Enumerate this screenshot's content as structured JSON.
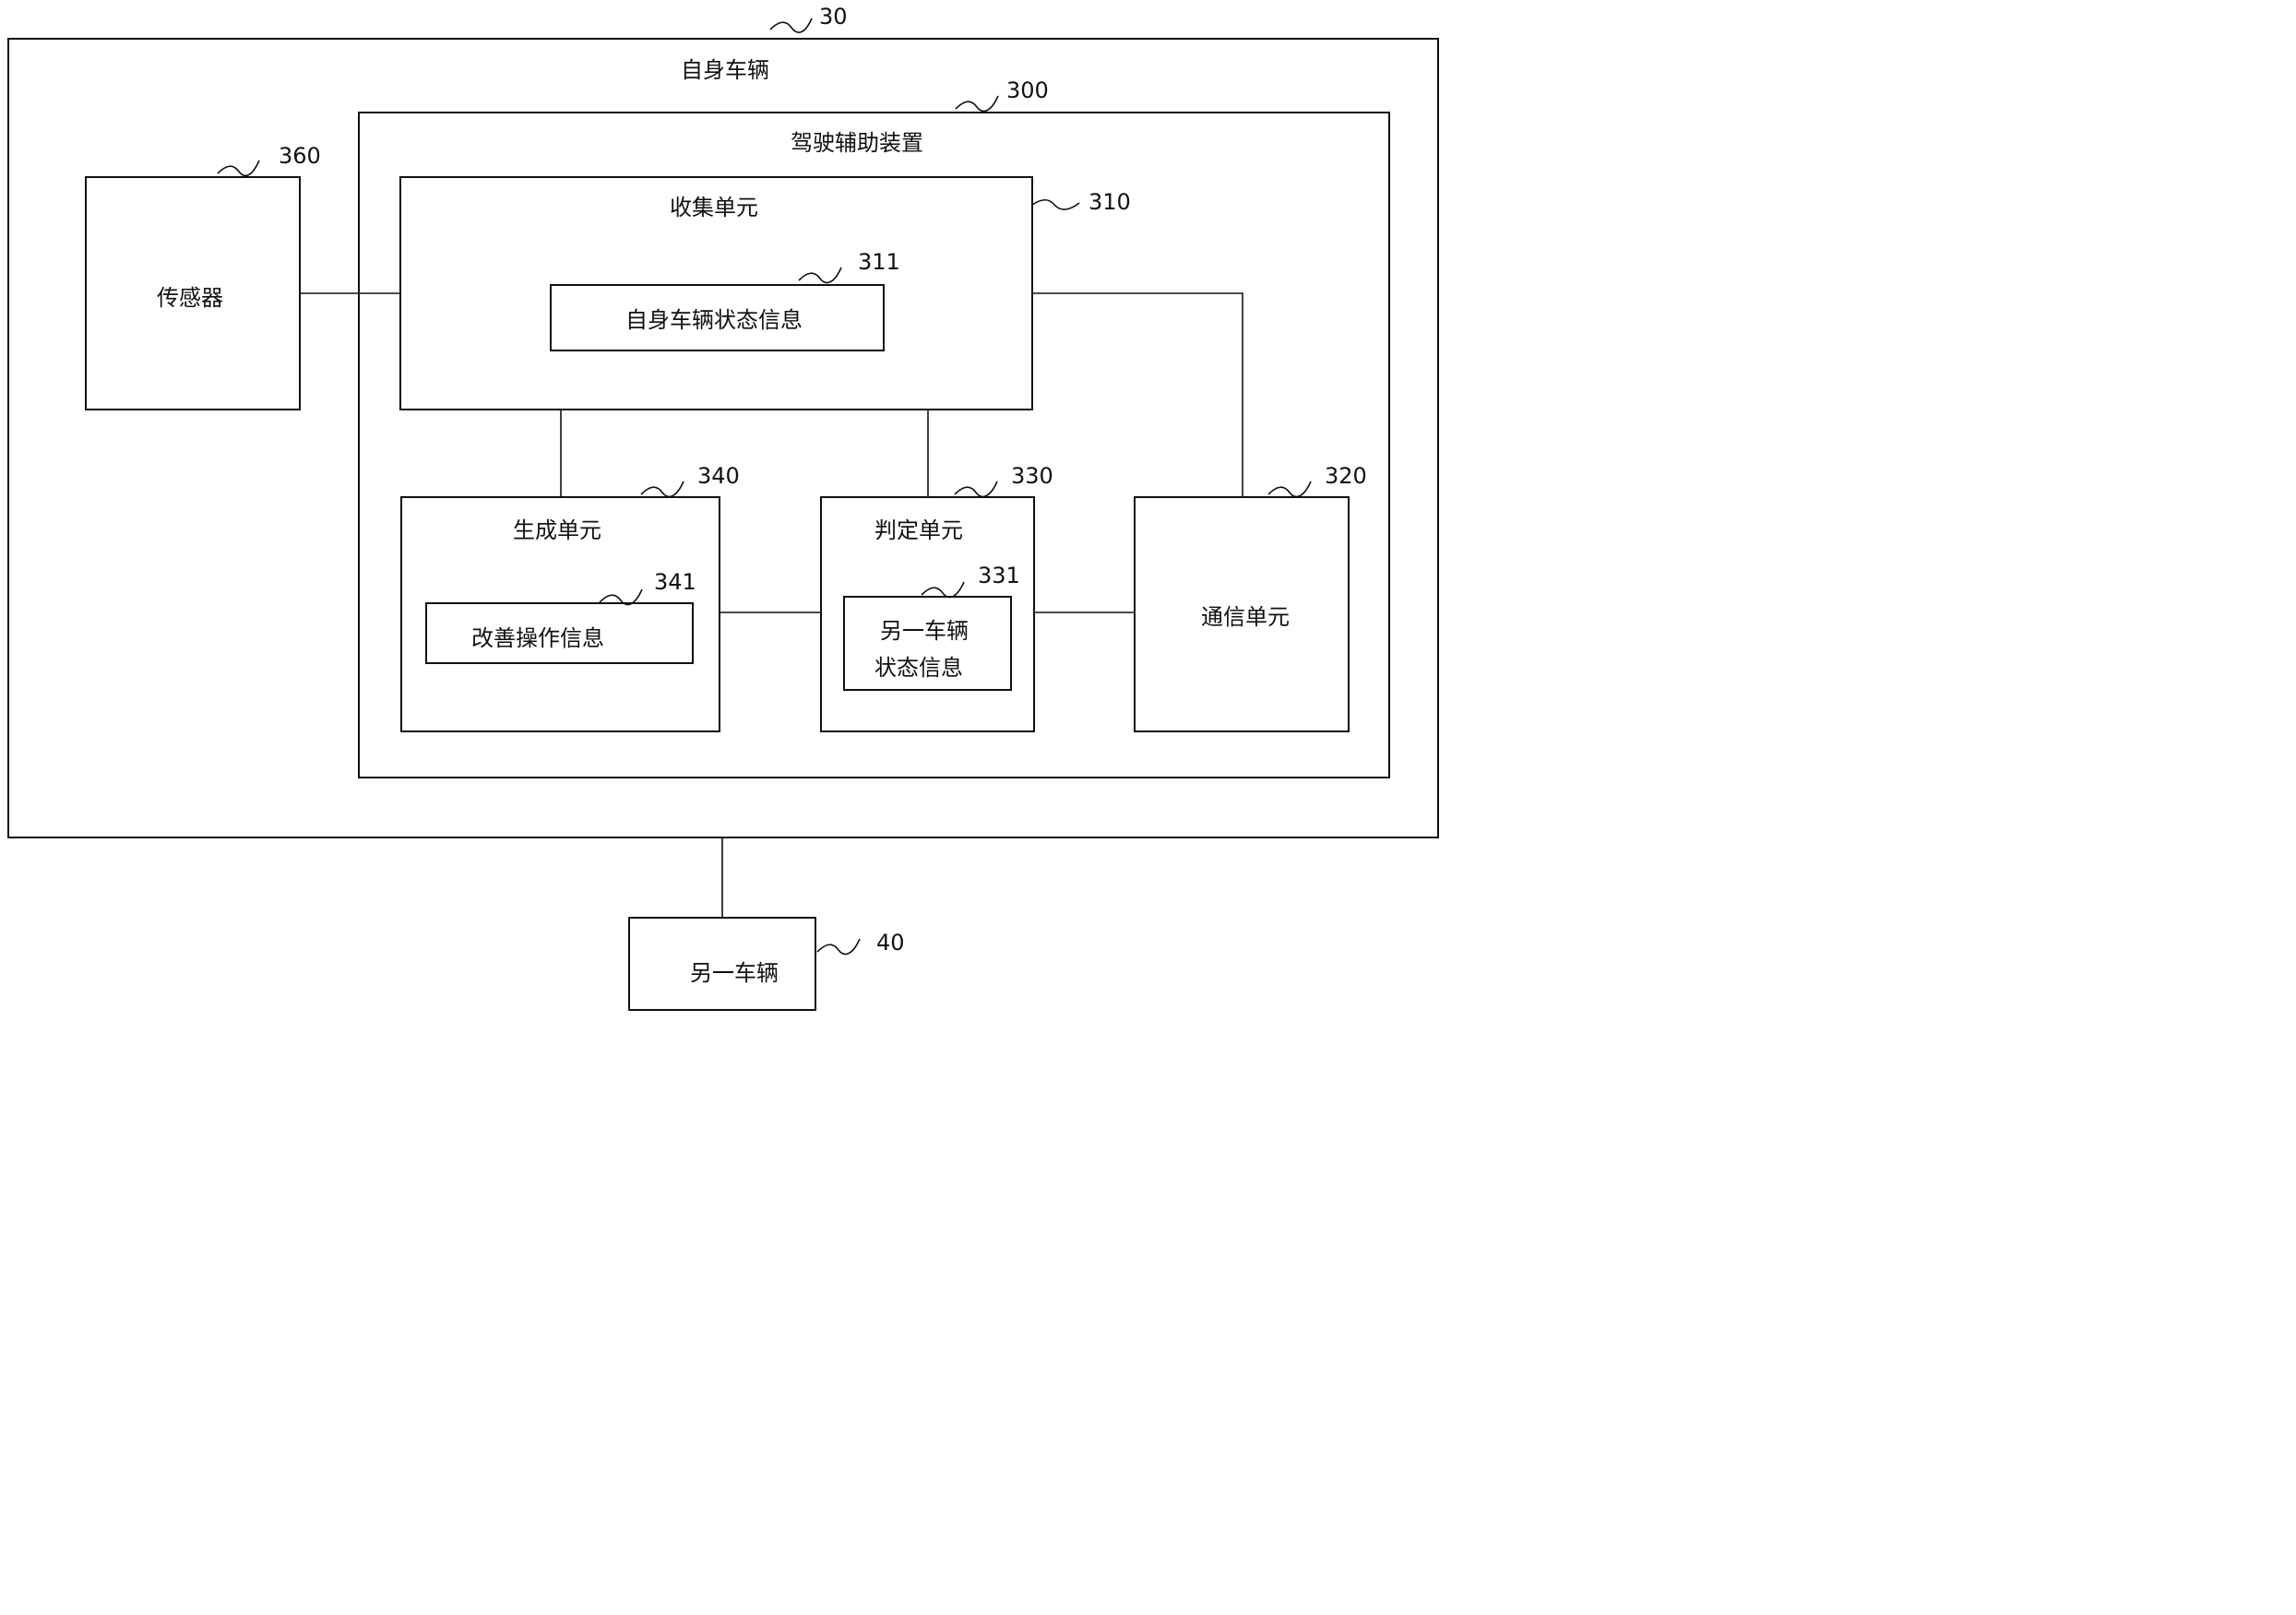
{
  "vehicle": {
    "ref": "30",
    "title": "自身车辆"
  },
  "assist_device": {
    "ref": "300",
    "title": "驾驶辅助装置"
  },
  "sensor": {
    "ref": "360",
    "label": "传感器"
  },
  "collect_unit": {
    "ref": "310",
    "title": "收集单元",
    "own_state": {
      "ref": "311",
      "label": "自身车辆状态信息"
    }
  },
  "generate_unit": {
    "ref": "340",
    "title": "生成单元",
    "improve_info": {
      "ref": "341",
      "label": "改善操作信息"
    }
  },
  "judge_unit": {
    "ref": "330",
    "title": "判定单元",
    "other_state": {
      "ref": "331",
      "label_line1": "另一车辆",
      "label_line2": "状态信息"
    }
  },
  "comm_unit": {
    "ref": "320",
    "label": "通信单元"
  },
  "other_vehicle": {
    "ref": "40",
    "label": "另一车辆"
  }
}
